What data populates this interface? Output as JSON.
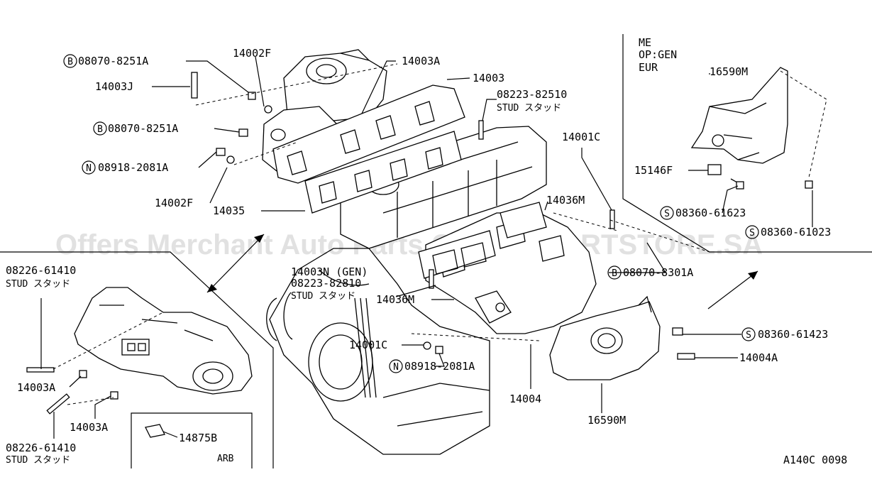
{
  "watermark": "Offers Merchant Auto Parts Catalog PARTSTORE.SA",
  "drawing_code": "A140C 0098",
  "inset_me": {
    "lines": [
      "ME",
      "OP:GEN",
      "EUR"
    ]
  },
  "labels": {
    "b_08070_8251a_top": "08070-8251A",
    "p14002f_top": "14002F",
    "p14003a_top": "14003A",
    "p14003": "14003",
    "p14003j": "14003J",
    "stud_08223_82510": "08223-82510",
    "stud_text_1": "STUD スタッド",
    "b_08070_8251a_mid": "08070-8251A",
    "n_08918_2081a_left": "08918-2081A",
    "p14002f_bottom": "14002F",
    "p14035": "14035",
    "p14001c_top": "14001C",
    "p14036m_top": "14036M",
    "p16590m_top": "16590M",
    "p15146f": "15146F",
    "s_08360_61623": "08360-61623",
    "s_08360_61023": "08360-61023",
    "b_08070_8301a": "08070-8301A",
    "p14003n_gen": "14003N (GEN)",
    "stud_08223_82810": "08223-82810",
    "stud_text_2": "STUD スタッド",
    "p14036m_mid": "14036M",
    "s_08360_61423": "08360-61423",
    "p14004a": "14004A",
    "p14001c_bottom": "14001C",
    "n_08918_2081a_bottom": "08918-2081A",
    "p14004": "14004",
    "p16590m_bottom": "16590M",
    "stud_08226_61410_top": "08226-61410",
    "stud_text_3": "STUD スタッド",
    "p14003a_left1": "14003A",
    "p14003a_left2": "14003A",
    "stud_08226_61410_bottom": "08226-61410",
    "stud_text_4": "STUD スタッド",
    "p14875b": "14875B",
    "arb": "ARB"
  },
  "symbols": {
    "bolt": "B",
    "nut": "N",
    "screw": "S"
  }
}
